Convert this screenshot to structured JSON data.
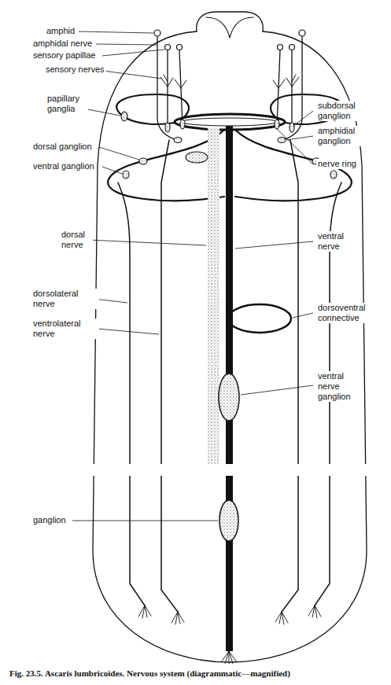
{
  "diagram": {
    "caption": "Fig. 23.5. Ascaris lumbricoides. Nervous system (diagrammatic—magnified)",
    "labels": [
      "amphid",
      "amphidal nerve",
      "sensory papillae",
      "sensory nerves",
      "papillary ganglia",
      "dorsal ganglion",
      "ventral ganglion",
      "dorsal nerve",
      "dorsolateral nerve",
      "ventrolateral nerve",
      "ganglion",
      "subdorsal ganglion",
      "amphidial ganglion",
      "nerve ring",
      "ventral nerve",
      "dorsoventral connective",
      "ventral nerve ganglion"
    ]
  }
}
